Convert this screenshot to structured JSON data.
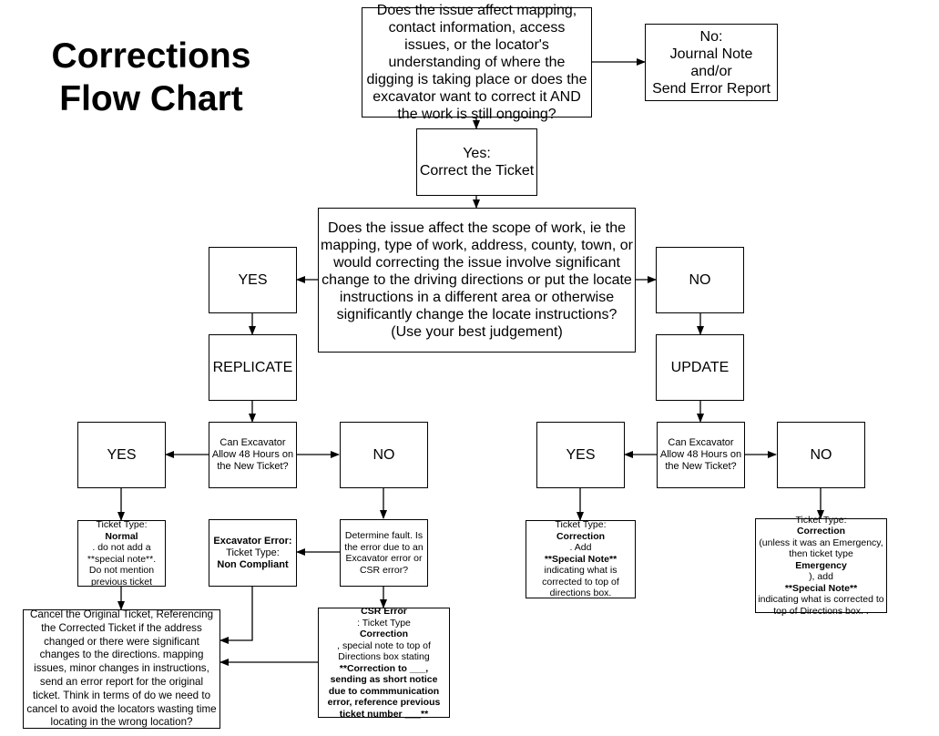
{
  "title": {
    "line1": "Corrections",
    "line2": "Flow Chart"
  },
  "nodes": {
    "q_mapping": "Does the issue affect mapping, contact information, access issues, or the locator's understanding of where the digging is taking place or does the excavator want to correct it AND the work is still ongoing?",
    "no_journal": {
      "l1": "No:",
      "l2": "Journal Note and/or",
      "l3": "Send Error Report"
    },
    "yes_correct": {
      "l1": "Yes:",
      "l2": "Correct the Ticket"
    },
    "q_scope": {
      "text": "Does the issue affect the scope of work, ie the mapping, type of work, address, county, town, or would correcting the issue involve significant change to the driving directions or put the locate instructions in a different area or otherwise significantly change the locate instructions?",
      "note": "(Use your best judgement)"
    },
    "scope_yes": "YES",
    "scope_no": "NO",
    "replicate": "REPLICATE",
    "update": "UPDATE",
    "q48_left": "Can Excavator Allow 48 Hours on the New Ticket?",
    "q48_right": "Can Excavator Allow 48 Hours on the New Ticket?",
    "left_yes": "YES",
    "left_no": "NO",
    "right_yes": "YES",
    "right_no": "NO",
    "ticket_normal": {
      "p1": "Ticket Type: ",
      "p2": "Normal",
      "p3": ". do not add a **special note**.  Do not mention previous ticket"
    },
    "excavator_error": {
      "l1": "Excavator Error:",
      "l2": "Ticket Type:",
      "l3": "Non Compliant"
    },
    "determine_fault": "Determine fault.  Is the error due to an Excavator error or CSR error?",
    "csr_error": {
      "p1": "CSR Error",
      "p2": ": Ticket Type ",
      "p3": "Correction",
      "p4": ",  special note to top of Directions box stating ",
      "p5": "**Correction to ___, sending as short notice due to commmunication error, reference previous ticket number ___**"
    },
    "cancel_original": "Cancel the Original Ticket, Referencing the Corrected Ticket if the address changed or there were significant changes to the directions.  mapping issues, minor changes in instructions, send an error report for the original ticket.  Think in terms of do we need to cancel to avoid the locators wasting time locating in the wrong location?",
    "ticket_correction_mid": {
      "p1": "Ticket Type: ",
      "p2": "Correction",
      "p3": ". Add ",
      "p4": "**Special Note**",
      "p5": " indicating what is corrected to top of directions box."
    },
    "ticket_correction_right": {
      "p1": "Ticket Type: ",
      "p2": "Correction",
      "p3": " (unless it was an Emergency, then ticket type ",
      "p4": "Emergency",
      "p5": "), add ",
      "p6": "**Special Note**",
      "p7": " indicating what is corrected to top of Directions box.  ."
    }
  }
}
